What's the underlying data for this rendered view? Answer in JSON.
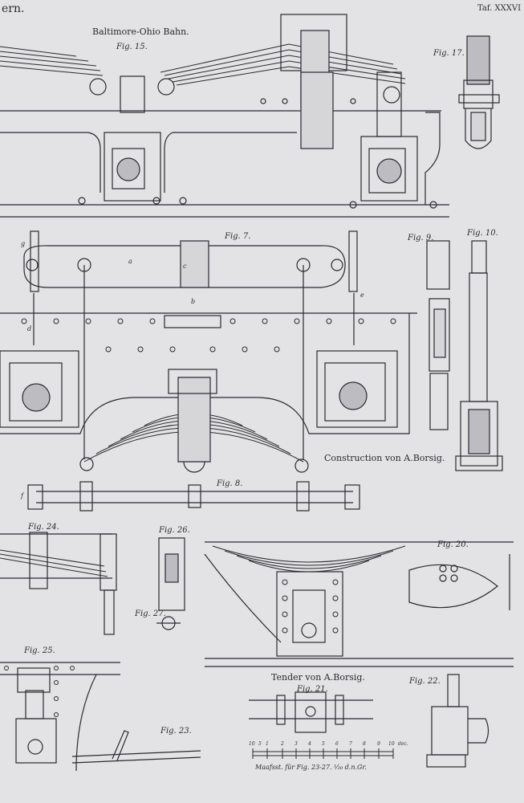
{
  "plate": {
    "header_fragment": "ern.",
    "plate_number": "Taf. XXXVI",
    "paper_color": "#e3e2e4",
    "ink_color": "#2a2a2e"
  },
  "titles": {
    "baltimore": "Baltimore-Ohio Bahn.",
    "borsig_construction": "Construction von A.Borsig.",
    "tender": "Tender von A.Borsig."
  },
  "figures": {
    "fig15": "Fig. 15.",
    "fig17": "Fig. 17.",
    "fig7": "Fig. 7.",
    "fig8": "Fig. 8.",
    "fig9": "Fig. 9.",
    "fig10": "Fig. 10.",
    "fig24": "Fig. 24.",
    "fig26": "Fig. 26.",
    "fig27": "Fig. 27.",
    "fig20": "Fig. 20.",
    "fig25": "Fig. 25.",
    "fig21": "Fig. 21.",
    "fig22": "Fig. 22.",
    "fig23": "Fig. 23."
  },
  "letters": {
    "a": "a",
    "b": "b",
    "c": "c",
    "d": "d",
    "e": "e",
    "f": "f",
    "g": "g"
  },
  "scale": {
    "ticks": [
      "10",
      "5",
      "1",
      "2",
      "3",
      "4",
      "5",
      "6",
      "7",
      "8",
      "9",
      "10"
    ],
    "unit": "dec.",
    "caption": "Maafsst. für Fig. 23-27. ¹⁄₂₀ d.n.Gr."
  }
}
